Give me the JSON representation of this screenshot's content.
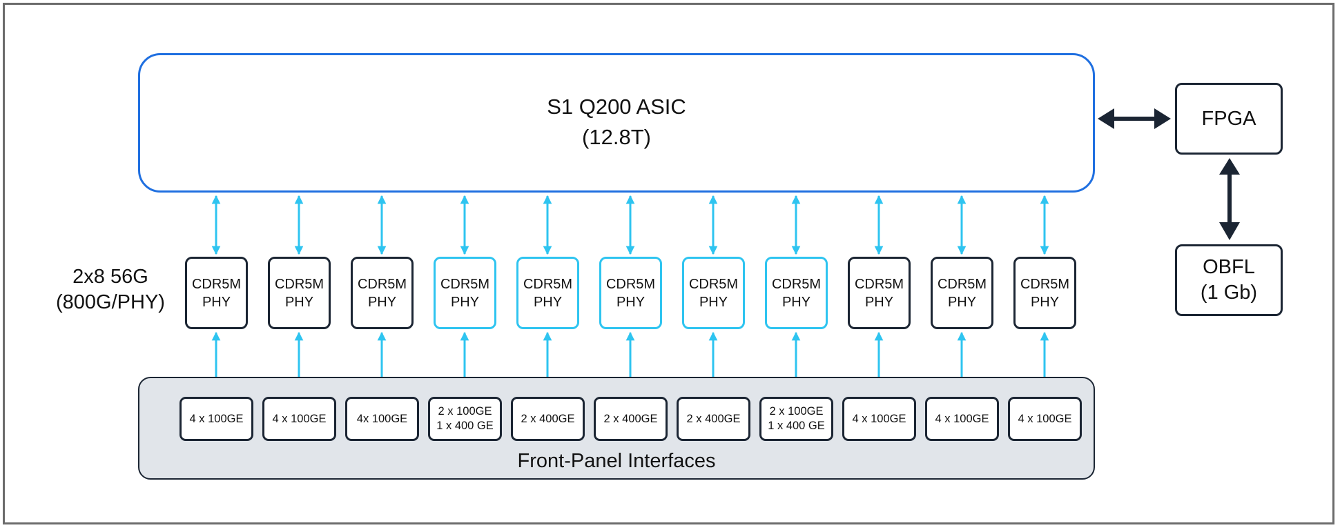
{
  "asic": {
    "title": "S1 Q200 ASIC",
    "subtitle": "(12.8T)"
  },
  "fpga": {
    "label": "FPGA"
  },
  "obfl": {
    "line1": "OBFL",
    "line2": "(1 Gb)"
  },
  "phy_row_label": {
    "line1": "2x8 56G",
    "line2": "(800G/PHY)"
  },
  "phys": [
    {
      "line1": "CDR5M",
      "line2": "PHY",
      "highlight": false
    },
    {
      "line1": "CDR5M",
      "line2": "PHY",
      "highlight": false
    },
    {
      "line1": "CDR5M",
      "line2": "PHY",
      "highlight": false
    },
    {
      "line1": "CDR5M",
      "line2": "PHY",
      "highlight": true
    },
    {
      "line1": "CDR5M",
      "line2": "PHY",
      "highlight": true
    },
    {
      "line1": "CDR5M",
      "line2": "PHY",
      "highlight": true
    },
    {
      "line1": "CDR5M",
      "line2": "PHY",
      "highlight": true
    },
    {
      "line1": "CDR5M",
      "line2": "PHY",
      "highlight": true
    },
    {
      "line1": "CDR5M",
      "line2": "PHY",
      "highlight": false
    },
    {
      "line1": "CDR5M",
      "line2": "PHY",
      "highlight": false
    },
    {
      "line1": "CDR5M",
      "line2": "PHY",
      "highlight": false
    }
  ],
  "ports": [
    {
      "lines": [
        "4 x 100GE"
      ]
    },
    {
      "lines": [
        "4 x 100GE"
      ]
    },
    {
      "lines": [
        "4x 100GE"
      ]
    },
    {
      "lines": [
        "2 x 100GE",
        "1 x 400 GE"
      ]
    },
    {
      "lines": [
        "2 x 400GE"
      ]
    },
    {
      "lines": [
        "2 x 400GE"
      ]
    },
    {
      "lines": [
        "2 x 400GE"
      ]
    },
    {
      "lines": [
        "2 x 100GE",
        "1 x 400 GE"
      ]
    },
    {
      "lines": [
        "4 x 100GE"
      ]
    },
    {
      "lines": [
        "4 x 100GE"
      ]
    },
    {
      "lines": [
        "4 x 100GE"
      ]
    }
  ],
  "front_panel": {
    "label": "Front-Panel Interfaces"
  },
  "colors": {
    "asic_border": "#1f6fe0",
    "link": "#2ec4f0",
    "dark": "#1b2533",
    "panel_bg": "#e1e5ea"
  }
}
